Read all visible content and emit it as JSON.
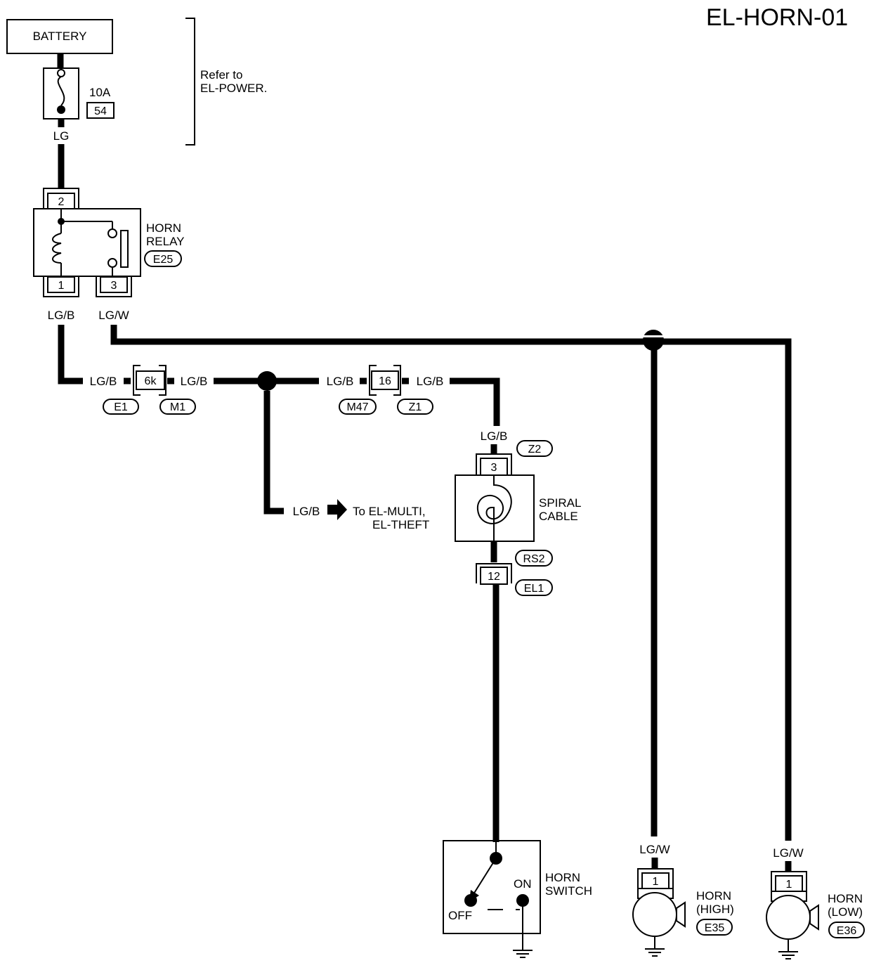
{
  "title": "EL-HORN-01",
  "battery": {
    "label": "BATTERY"
  },
  "fuse": {
    "rating": "10A",
    "number": "54"
  },
  "refer_note": {
    "line1": "Refer to",
    "line2": "EL-POWER."
  },
  "relay": {
    "name_line1": "HORN",
    "name_line2": "RELAY",
    "connector": "E25",
    "pin_top": "2",
    "pin_left": "1",
    "pin_right": "3"
  },
  "wires": {
    "lg": "LG",
    "lgb": "LG/B",
    "lgw": "LG/W"
  },
  "joint_connector_6k": {
    "pin": "6k",
    "left_conn": "E1",
    "right_conn": "M1"
  },
  "joint_connector_16": {
    "pin": "16",
    "left_conn": "M47",
    "right_conn": "Z1"
  },
  "branch_note": {
    "line1": "To EL-MULTI,",
    "line2": "EL-THEFT"
  },
  "spiral_cable": {
    "name_line1": "SPIRAL",
    "name_line2": "CABLE",
    "top_pin": "3",
    "top_conn": "Z2",
    "bottom_pin": "12",
    "bottom_conn1": "RS2",
    "bottom_conn2": "EL1"
  },
  "horn_switch": {
    "name_line1": "HORN",
    "name_line2": "SWITCH",
    "off_label": "OFF",
    "on_label": "ON"
  },
  "horn_high": {
    "pin": "1",
    "name_line1": "HORN",
    "name_line2": "(HIGH)",
    "connector": "E35"
  },
  "horn_low": {
    "pin": "1",
    "name_line1": "HORN",
    "name_line2": "(LOW)",
    "connector": "E36"
  }
}
